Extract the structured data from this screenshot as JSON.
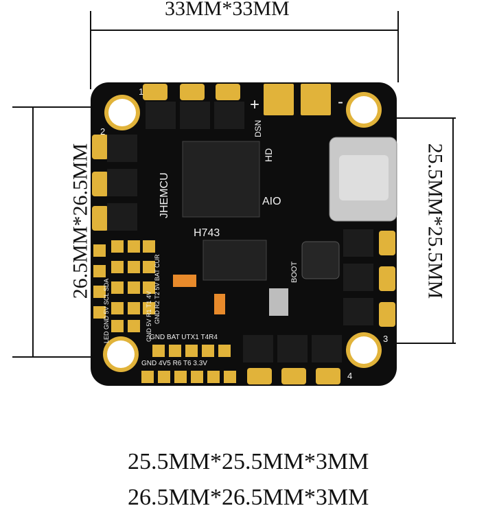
{
  "dimensions": {
    "top": "33MM*33MM",
    "left": "26.5MM*26.5MM",
    "right": "25.5MM*25.5MM"
  },
  "specs": {
    "line1": "25.5MM*25.5MM*3MM",
    "line2": "26.5MM*26.5MM*3MM"
  },
  "board_labels": {
    "mcu": "H743",
    "brand": "JHEMCU",
    "aio": "AIO",
    "hd": "HD",
    "dsn": "DSN",
    "boot": "BOOT",
    "plus": "+",
    "minus": "-",
    "pad1": "1",
    "pad2": "2",
    "pad3": "3",
    "pad4": "4",
    "left_pads": "LED GND 5V SCL SDA",
    "left_pads2": "GND R2 T2 5V BAT CUR",
    "left_pads3": "GND 5V R1 T1 4V",
    "bottom_pads": "GND BAT UTX1 T4R4",
    "bottom_pads2": "GND 4V5 R6 T6 3.3V"
  },
  "colors": {
    "pcb": "#0d0d0d",
    "gold": "#e1b33a",
    "silk": "#f2f2f2"
  }
}
